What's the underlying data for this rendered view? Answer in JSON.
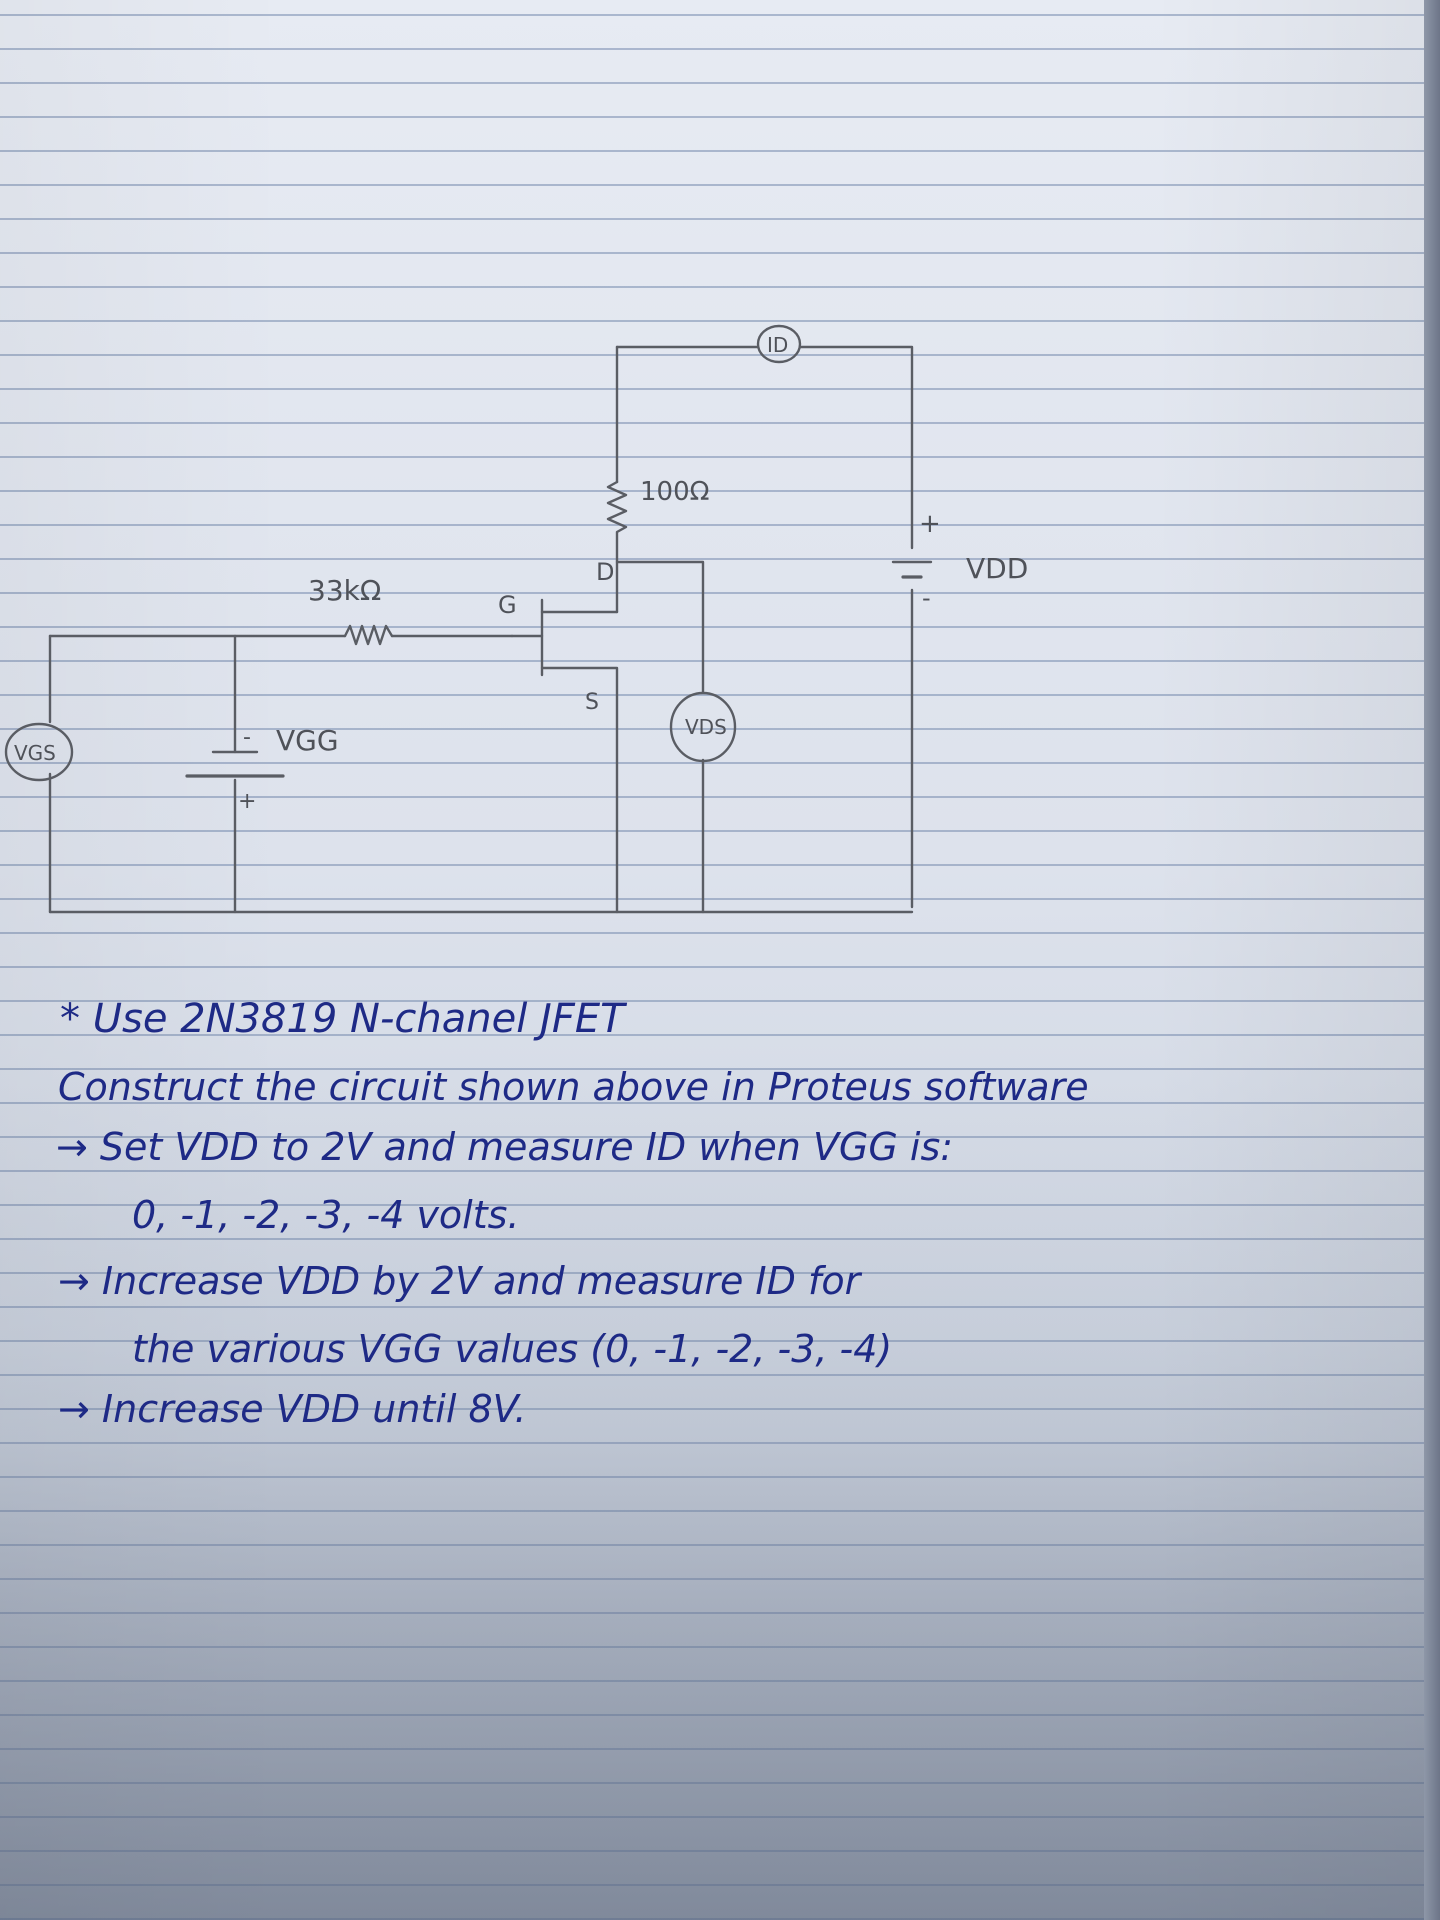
{
  "diagram": {
    "labels": {
      "ammeter": "ID",
      "drain_resistor": "100Ω",
      "supply": "VDD",
      "supply_plus": "+",
      "supply_minus": "-",
      "drain": "D",
      "gate": "G",
      "source": "S",
      "gate_resistor": "33kΩ",
      "gate_battery": "VGG",
      "gate_battery_plus": "+",
      "gate_battery_minus": "-",
      "vds_meter": "VDS",
      "vgs_meter": "VGS"
    }
  },
  "notes": {
    "lines": [
      "* Use  2N3819  N-chanel JFET",
      "Construct the  circuit shown above in Proteus software",
      "→ Set  VDD  to  2V   and measure  ID  when  VGG  is:",
      "0, -1, -2, -3, -4  volts.",
      "→ Increase  VDD  by  2V  and measure  ID  for",
      "the various  VGG  values (0, -1, -2, -3, -4)",
      "→ Increase  VDD  until  8V."
    ]
  },
  "colors": {
    "pencil": "#5a5d64",
    "ink": "#1e2a86",
    "paper": "#e3e8f0"
  }
}
